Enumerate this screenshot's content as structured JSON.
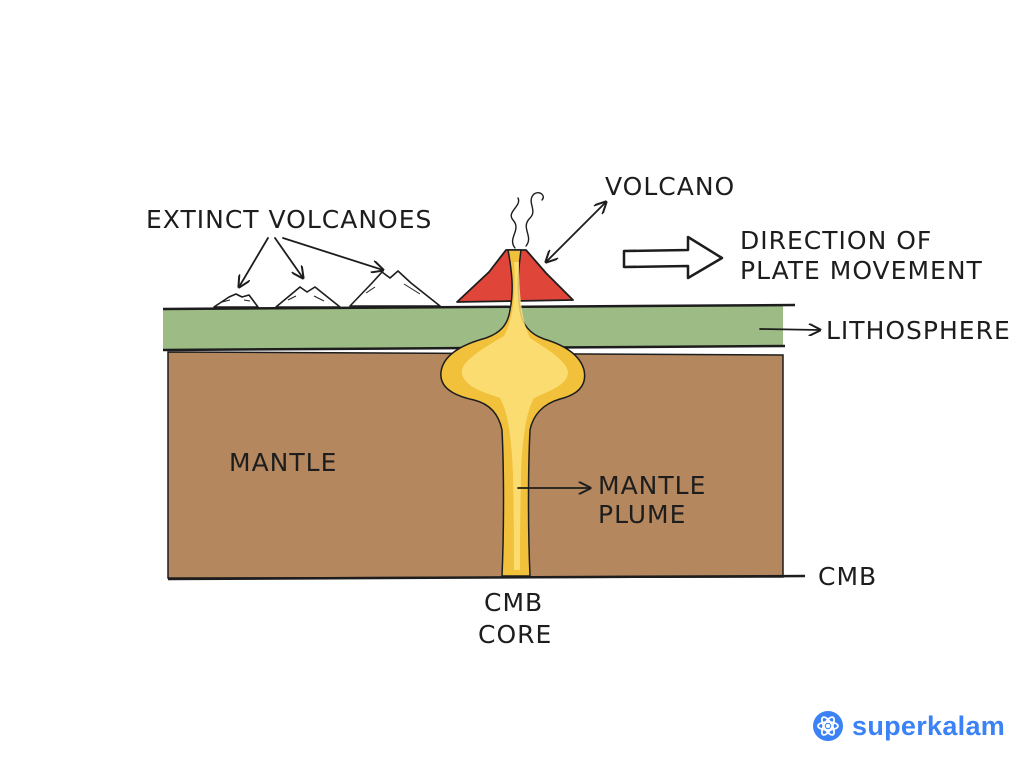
{
  "labels": {
    "extinct_volcanoes": "EXTINCT VOLCANOES",
    "volcano": "VOLCANO",
    "direction_line1": "DIRECTION OF",
    "direction_line2": "PLATE MOVEMENT",
    "lithosphere": "LITHOSPHERE",
    "mantle": "MANTLE",
    "mantle_plume_line1": "MANTLE",
    "mantle_plume_line2": "PLUME",
    "cmb_right": "CMB",
    "cmb_bottom": "CMB",
    "core": "CORE"
  },
  "brand": {
    "name": "superkalam",
    "icon": "atom-logo-icon"
  },
  "colors": {
    "lithosphere": "#9dbb84",
    "mantle": "#b5875f",
    "plume": "#f2c13c",
    "plume_core": "#fde07a",
    "volcano": "#e0453a",
    "ink": "#1d1d1d",
    "brand": "#3b82f6"
  }
}
